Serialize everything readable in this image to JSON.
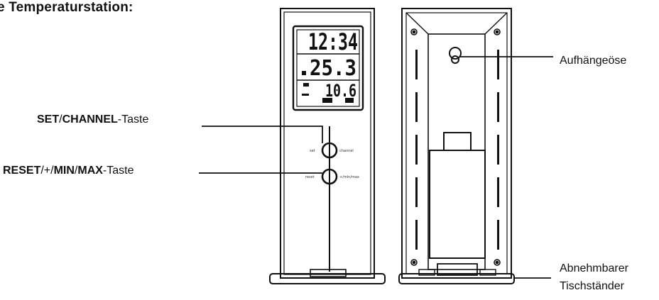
{
  "title": "e Temperaturstation:",
  "display": {
    "time": "12:34",
    "temperature": "25.3",
    "humidity": "10.6"
  },
  "front_buttons": {
    "set_caption": "set",
    "channel_caption": "channel",
    "reset_caption": "reset",
    "minmax_caption": "+/min/max"
  },
  "callouts": {
    "set_channel": {
      "bold_a": "SET",
      "sep1": "/",
      "bold_b": "CHANNEL",
      "suffix": "-Taste"
    },
    "reset_minmax": {
      "bold_a": "RESET",
      "sep1": "/+/",
      "bold_b": "MIN",
      "sep2": "/",
      "bold_c": "MAX",
      "suffix": "-Taste"
    },
    "hanging_hole": "Aufhängeöse",
    "stand_line1": "Abnehmbarer",
    "stand_line2": "Tischständer"
  }
}
